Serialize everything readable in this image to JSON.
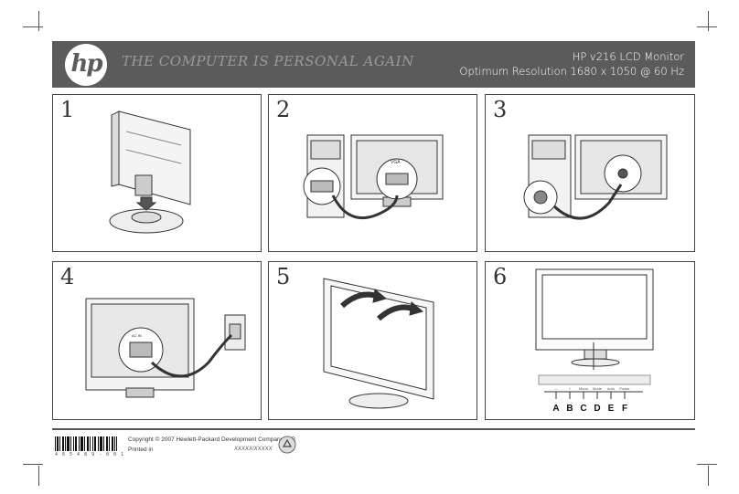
{
  "banner": {
    "logo_text": "hp",
    "tagline": "THE COMPUTER IS PERSONAL AGAIN",
    "product_title": "HP v216 LCD Monitor",
    "resolution": "Optimum Resolution 1680 x 1050 @ 60 Hz"
  },
  "steps": [
    {
      "number": "1"
    },
    {
      "number": "2",
      "port_label": "VGA"
    },
    {
      "number": "3"
    },
    {
      "number": "4",
      "port_label": "AC IN"
    },
    {
      "number": "5"
    },
    {
      "number": "6",
      "button_labels": [
        "A",
        "B",
        "C",
        "D",
        "E",
        "F"
      ],
      "button_captions": [
        "—",
        "+",
        "Menu",
        "Mode",
        "Auto",
        "Power"
      ]
    }
  ],
  "footer": {
    "copyright": "Copyright © 2007 Hewlett-Packard Development Company, L.P.",
    "printed_in": "Printed in",
    "printed_place": "XXXXX/XXXXX",
    "barcode_number": "4 6 5 4 8 9 - 0 0 1"
  },
  "colors": {
    "banner_bg": "#5b5b5b",
    "line": "#333333"
  }
}
